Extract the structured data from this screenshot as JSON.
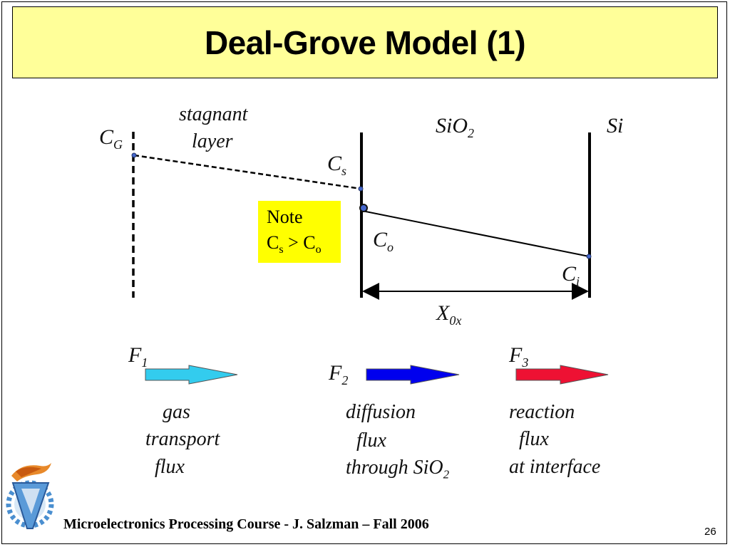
{
  "slide": {
    "title": "Deal-Grove Model (1)",
    "footer": "Microelectronics Processing Course - J. Salzman – Fall 2006",
    "page_number": "26"
  },
  "diagram": {
    "cg_base": "C",
    "cg_sub": "G",
    "stagnant_line1": "stagnant",
    "stagnant_line2": "layer",
    "sio2_base": "SiO",
    "sio2_sub": "2",
    "si": "Si",
    "cs_base": "C",
    "cs_sub": "s",
    "co_base": "C",
    "co_sub": "o",
    "ci_base": "C",
    "ci_sub": "i",
    "x0x_base": "X",
    "x0x_sub": "0x",
    "note_line1": "Note",
    "note_line2_a": "C",
    "note_line2_a_sub": "s",
    "note_line2_op": " > ",
    "note_line2_b": "C",
    "note_line2_b_sub": "o"
  },
  "fluxes": [
    {
      "label_base": "F",
      "label_sub": "1",
      "color": "#33ccee",
      "desc1": "gas",
      "desc2": "transport",
      "desc3": "flux",
      "desc3_sub": ""
    },
    {
      "label_base": "F",
      "label_sub": "2",
      "color": "#0000ee",
      "desc1": "diffusion",
      "desc2": "flux",
      "desc3": "through SiO",
      "desc3_sub": "2"
    },
    {
      "label_base": "F",
      "label_sub": "3",
      "color": "#ee1133",
      "desc1": "reaction",
      "desc2": "flux",
      "desc3": "at interface",
      "desc3_sub": ""
    }
  ],
  "logo": {
    "name": "technion-logo"
  }
}
